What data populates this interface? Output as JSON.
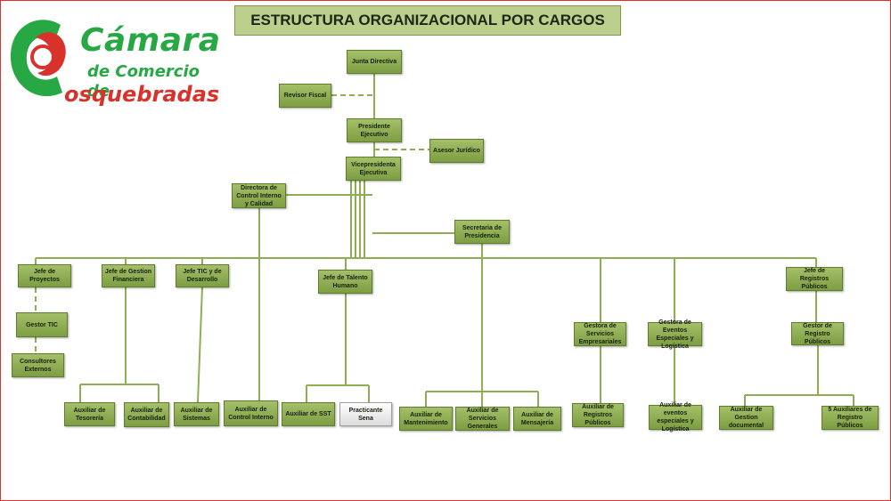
{
  "title": "ESTRUCTURA ORGANIZACIONAL POR CARGOS",
  "logo": {
    "brand": "Cámara",
    "sub": "de Comercio de",
    "city": "osquebradas"
  },
  "colors": {
    "box": "#8fae54",
    "border": "#5f7d2c",
    "line": "#8fae54",
    "frame": "#e0322c",
    "title_bg": "#bccf8c"
  },
  "boxes": {
    "junta": "Junta Directiva",
    "revisor": "Revisor  Fiscal",
    "presidente": "Presidente Ejecutivo",
    "asesor": "Asesor Jurídico",
    "vicepresidenta": "Vicepresidenta Ejecutiva",
    "directora_control": "Directora de Control Interno y Calidad",
    "secretaria": "Secretaria de Presidencia",
    "jefe_proyectos": "Jefe de Proyectos",
    "jefe_gestion_financiera": "Jefe de Gestion Financiera",
    "jefe_tic": "Jefe TIC y de Desarrollo",
    "jefe_talento": "Jefe de Talento Humano",
    "jefe_registros": "Jefe de Registros Públicos",
    "gestor_tic": "Gestor TIC",
    "consultores": "Consultores Externos",
    "gestora_servicios": "Gestora de Servicios Empresariales",
    "gestora_eventos": "Gestora de Eventos Especiales y Logística",
    "gestor_registro": "Gestor de Registro Públicos",
    "aux_tesoreria": "Auxiliar de Tesorería",
    "aux_contabilidad": "Auxiliar de Contabilidad",
    "aux_sistemas": "Auxiliar de Sistemas",
    "aux_control": "Auxiliar de Control Interno",
    "aux_sst": "Auxiliar de SST",
    "practicante": "Practicante Sena",
    "aux_mantenimiento": "Auxiliar de Mantenimiento",
    "aux_servicios_generales": "Auxiliar de Servicios Generales",
    "aux_mensajeria": "Auxiliar de Mensajería",
    "aux_registros": "Auxiliar de Registros Públicos",
    "aux_eventos": "Auxiliar de eventos especiales y Logística",
    "aux_gestion_documental": "Auxiliar de Gestion documental",
    "aux_5_registros": "5 Auxiliares de Registro Públicos"
  }
}
